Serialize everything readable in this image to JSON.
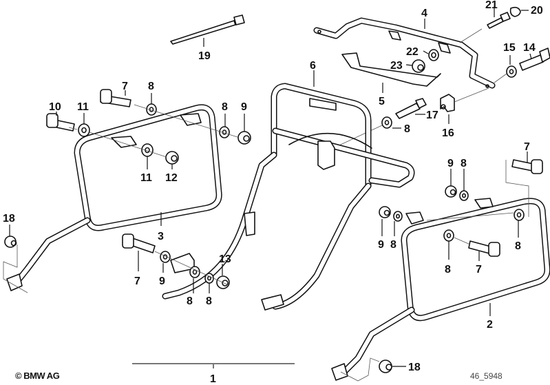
{
  "diagram": {
    "title": "Luggage carrier / pannier frame exploded view",
    "copyright": "© BMW AG",
    "drawing_number": "46_5948",
    "assembly_label": "1",
    "callouts": [
      {
        "id": "c19",
        "label": "19",
        "part": "cable tie"
      },
      {
        "id": "c4",
        "label": "4",
        "part": "rear bracket"
      },
      {
        "id": "c21",
        "label": "21",
        "part": "bolt"
      },
      {
        "id": "c20",
        "label": "20",
        "part": "cap"
      },
      {
        "id": "c22",
        "label": "22",
        "part": "washer"
      },
      {
        "id": "c23",
        "label": "23",
        "part": "nut"
      },
      {
        "id": "c15",
        "label": "15",
        "part": "washer"
      },
      {
        "id": "c14",
        "label": "14",
        "part": "bolt"
      },
      {
        "id": "c6",
        "label": "6",
        "part": "center carrier frame"
      },
      {
        "id": "c5",
        "label": "5",
        "part": "strap plate"
      },
      {
        "id": "c17",
        "label": "17",
        "part": "bolt"
      },
      {
        "id": "c16",
        "label": "16",
        "part": "clamp"
      },
      {
        "id": "c8a",
        "label": "8",
        "part": "washer"
      },
      {
        "id": "c7a",
        "label": "7",
        "part": "bolt"
      },
      {
        "id": "c8b",
        "label": "8",
        "part": "washer"
      },
      {
        "id": "c10",
        "label": "10",
        "part": "bolt"
      },
      {
        "id": "c11a",
        "label": "11",
        "part": "washer"
      },
      {
        "id": "c8c",
        "label": "8",
        "part": "washer"
      },
      {
        "id": "c9a",
        "label": "9",
        "part": "nut"
      },
      {
        "id": "c11b",
        "label": "11",
        "part": "washer"
      },
      {
        "id": "c12",
        "label": "12",
        "part": "nut"
      },
      {
        "id": "c7b",
        "label": "7",
        "part": "bolt"
      },
      {
        "id": "c9b",
        "label": "9",
        "part": "nut"
      },
      {
        "id": "c8d",
        "label": "8",
        "part": "washer"
      },
      {
        "id": "c18a",
        "label": "18",
        "part": "nut"
      },
      {
        "id": "c3",
        "label": "3",
        "part": "left pannier frame"
      },
      {
        "id": "c9c",
        "label": "9",
        "part": "nut"
      },
      {
        "id": "c8e",
        "label": "8",
        "part": "washer"
      },
      {
        "id": "c8f",
        "label": "8",
        "part": "washer"
      },
      {
        "id": "c7c",
        "label": "7",
        "part": "bolt"
      },
      {
        "id": "c8g",
        "label": "8",
        "part": "washer"
      },
      {
        "id": "c7d",
        "label": "7",
        "part": "bolt"
      },
      {
        "id": "c9d",
        "label": "9",
        "part": "nut"
      },
      {
        "id": "c13",
        "label": "13",
        "part": "spacer washer"
      },
      {
        "id": "c8h",
        "label": "8",
        "part": "washer"
      },
      {
        "id": "c8i",
        "label": "8",
        "part": "washer"
      },
      {
        "id": "c2",
        "label": "2",
        "part": "right pannier frame"
      },
      {
        "id": "c18b",
        "label": "18",
        "part": "nut"
      }
    ]
  }
}
